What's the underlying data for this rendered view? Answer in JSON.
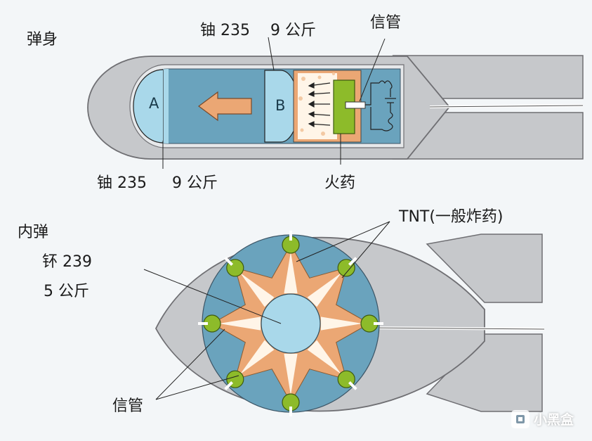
{
  "gun_type": {
    "casing_label": "弹身",
    "top_uranium_label": "铀 235",
    "top_mass_label": "9 公斤",
    "fuze_label": "信管",
    "bottom_uranium_label": "铀 235",
    "bottom_mass_label": "9 公斤",
    "propellant_label": "火药",
    "part_a": "A",
    "part_b": "B"
  },
  "implosion_type": {
    "inner_label": "内弹",
    "plutonium_label": "钚 239",
    "mass_label": "5 公斤",
    "tnt_label": "TNT(一般炸药)",
    "fuze_label": "信管"
  },
  "watermark": {
    "text": "小黑盒",
    "icon": "xiaoheihe-logo-icon"
  },
  "colors": {
    "casing": "#c6c8cb",
    "casing_outline": "#6f6f73",
    "inner_blue": "#6aa3bd",
    "light_blue": "#a9d8ea",
    "orange": "#eba774",
    "green": "#8dbb2a",
    "cream": "#fff5e8"
  }
}
